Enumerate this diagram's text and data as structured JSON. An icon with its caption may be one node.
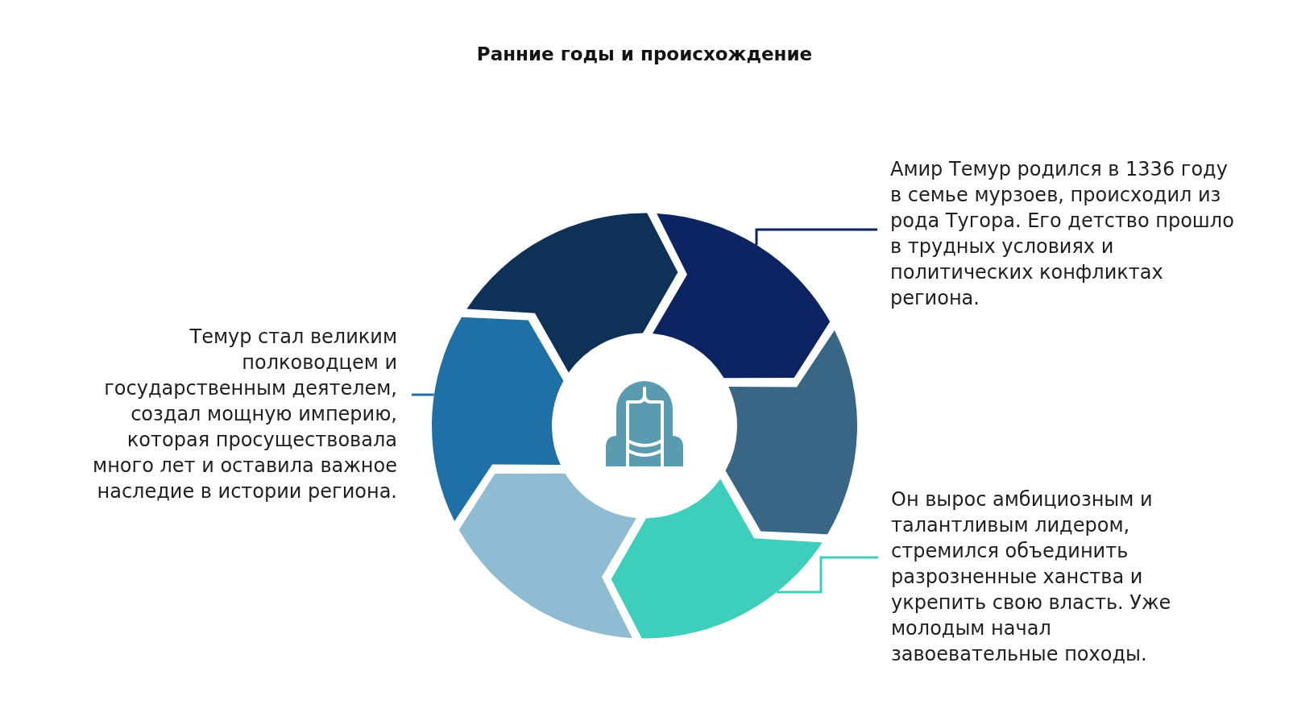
{
  "diagram": {
    "title": "Ранние годы и происхождение",
    "nodes": [
      {
        "text": [
          "Амир Темур родился в 1336 году в семье мурзоев, происходил из рода Тугора. Его детство прошло в трудных условиях и политических конфликтах региона."
        ]
      },
      {
        "text": [
          "Темур стал великим полководцем и государственным деятелем, создал мощную империю, которая просуществовала много лет и оставила важное наследие в истории региона."
        ]
      },
      {
        "text": [
          "Он вырос амбициозным и талантливым лидером, стремился объединить разрозненные ханства и укрепить свою власть. Уже молодым начал завоевательные походы."
        ]
      },
      {
        "text": [],
        "shape": "chevron"
      },
      {
        "text": [],
        "shape": "chevron"
      },
      {
        "text": [],
        "shape": "chevron"
      },
      {
        "text": [],
        "shape": "chevron"
      },
      {
        "text": [],
        "shape": "chevron"
      },
      {
        "text": [],
        "shape": "chevron"
      }
    ],
    "edges": [
      {
        "from": 0,
        "to": 4,
        "arrow": "none",
        "color": "#0c2461"
      },
      {
        "from": 1,
        "to": 8,
        "arrow": "none",
        "color": "#2070a8"
      },
      {
        "from": 2,
        "to": 6,
        "arrow": "none",
        "color": "#3ecfbc"
      }
    ]
  }
}
